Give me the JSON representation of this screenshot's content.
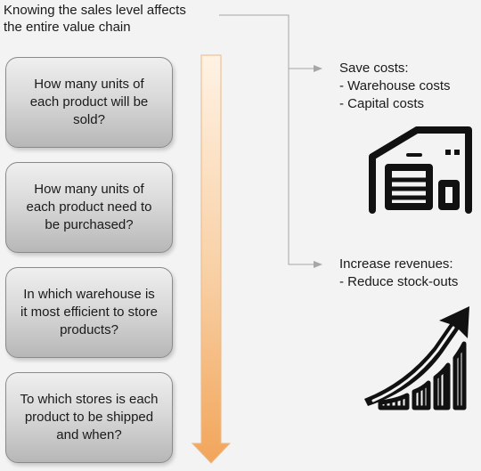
{
  "header": {
    "lines": [
      "Knowing the sales level affects",
      "the entire value chain"
    ]
  },
  "questions": [
    {
      "lines": [
        "How many units of",
        "each product will be",
        "sold?"
      ]
    },
    {
      "lines": [
        "How many units of",
        "each product need to",
        "be purchased?"
      ]
    },
    {
      "lines": [
        "In which warehouse is",
        "it most efficient to store",
        "products?"
      ]
    },
    {
      "lines": [
        "To which stores is each",
        "product to be shipped",
        "and when?"
      ]
    }
  ],
  "benefits": [
    {
      "lines": [
        "Save costs:",
        "- Warehouse costs",
        "- Capital costs"
      ]
    },
    {
      "lines": [
        "Increase revenues:",
        "- Reduce stock-outs"
      ]
    }
  ],
  "icons": {
    "warehouse": "warehouse-icon",
    "growth": "growth-chart-icon"
  },
  "colors": {
    "arrow_top": "#fff0e0",
    "arrow_bottom": "#f2a55a",
    "box_top": "#efefef",
    "box_bottom": "#b7b7b7"
  }
}
